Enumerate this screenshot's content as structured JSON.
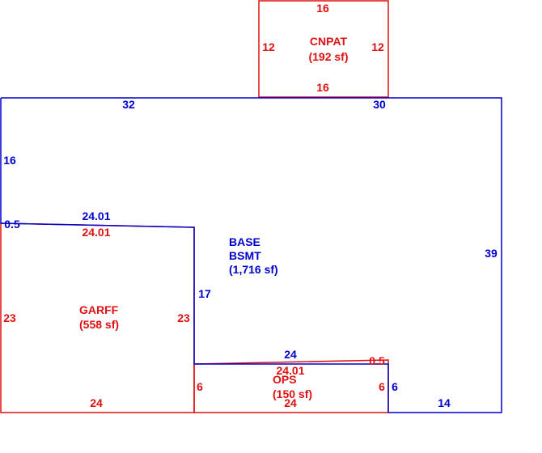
{
  "colors": {
    "blue": "#0000cc",
    "red": "#dd1111",
    "background": "#ffffff"
  },
  "areas": {
    "base": {
      "name": "BASE",
      "name2": "BSMT",
      "area": "(1,716 sf)"
    },
    "garage": {
      "name": "GARFF",
      "area": "(558 sf)"
    },
    "porch": {
      "name": "OPS",
      "area": "(150 sf)"
    },
    "patio": {
      "name": "CNPAT",
      "area": "(192 sf)"
    }
  },
  "dimensions": {
    "patio_top": "16",
    "patio_bottom": "16",
    "patio_left": "12",
    "patio_right": "12",
    "base_top_left": "32",
    "base_top_right": "30",
    "base_left": "16",
    "base_right": "39",
    "base_bottom_right": "14",
    "base_inner_vertical": "17",
    "base_inner_horizontal": "24",
    "base_offset": "0.5",
    "base_garage_edge": "24.01",
    "garage_top": "24.01",
    "garage_left": "23",
    "garage_right": "23",
    "garage_bottom": "24",
    "porch_top": "24.01",
    "porch_offset": "0.5",
    "porch_left": "6",
    "porch_right": "6",
    "porch_bottom": "24",
    "base_porch_right": "6"
  }
}
